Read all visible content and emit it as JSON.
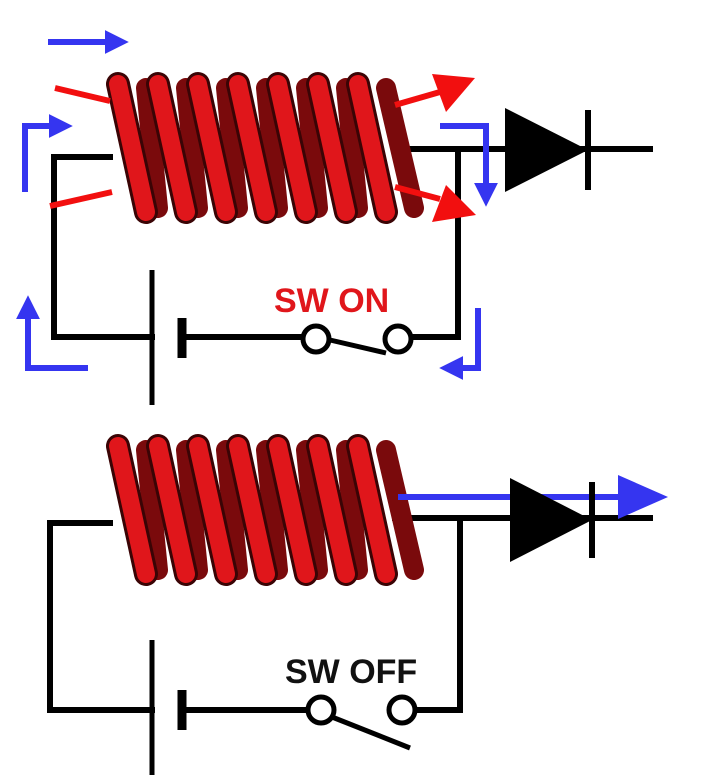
{
  "colors": {
    "wire": "#000000",
    "coil_front": "#e0161b",
    "coil_back": "#7a0a0c",
    "flux_arrow": "#f20f0f",
    "current_arrow": "#3535f0",
    "label_on": "#e0161b",
    "label_off": "#111111",
    "diode": "#000000"
  },
  "top_circuit": {
    "switch_label": "SW ON",
    "switch_state": "closed"
  },
  "bottom_circuit": {
    "switch_label": "SW OFF",
    "switch_state": "open"
  }
}
